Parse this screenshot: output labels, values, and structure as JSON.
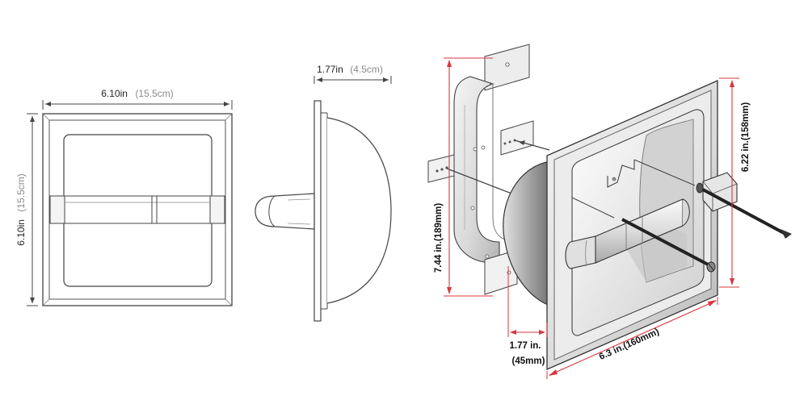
{
  "front_view": {
    "width_main": "6.10in",
    "width_sub": "(15.5cm)",
    "height_main": "6.10in",
    "height_sub": "(15.5cm)"
  },
  "side_view": {
    "depth_main": "1.77in",
    "depth_sub": "(4.5cm)"
  },
  "iso_view": {
    "height_total": "7.44 in.(189mm)",
    "frame_height": "6.22 in.(158mm)",
    "frame_width": "6.3 in.(160mm)",
    "depth_line1": "1.77 in.",
    "depth_line2": "(45mm)"
  },
  "colors": {
    "dimension_red": "#d9363e",
    "outline": "#444444",
    "steel_light": "#e6e6e6",
    "steel_dark": "#8e8e8e"
  }
}
